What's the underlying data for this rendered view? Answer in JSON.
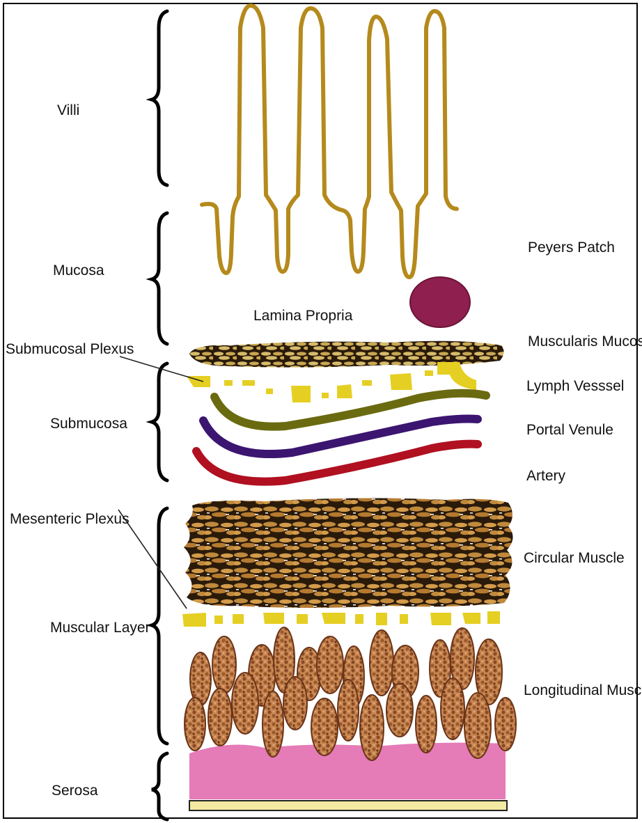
{
  "diagram": {
    "left_labels": {
      "villi": "Villi",
      "mucosa": "Mucosa",
      "submucosa": "Submucosa",
      "muscular_layer": "Muscular Layer",
      "serosa": "Serosa"
    },
    "right_labels": {
      "peyers_patch": "Peyers Patch",
      "muscularis_mucosa": "Muscularis Mucosa",
      "lymph_vessel": "Lymph Vesssel",
      "portal_venule": "Portal Venule",
      "artery": "Artery",
      "circular_muscle": "Circular Muscle",
      "longitudinal_muscle": "Longitudinal Muscle"
    },
    "inline_labels": {
      "lamina_propria": "Lamina Propria",
      "submucosal_plexus": "Submucosal Plexus",
      "mesenteric_plexus": "Mesenteric Plexus"
    },
    "colors": {
      "villi_outline": "#b58a1c",
      "peyers_patch": "#8f1f4f",
      "muscle_fill": "#c08a3c",
      "muscle_dark": "#2a1a0a",
      "plexus": "#e5cf22",
      "lymph_vessel": "#6a6a10",
      "portal_venule": "#3c1570",
      "artery": "#b01020",
      "serosa": "#e57bb7",
      "serosa_base": "#f3e9a2"
    }
  }
}
